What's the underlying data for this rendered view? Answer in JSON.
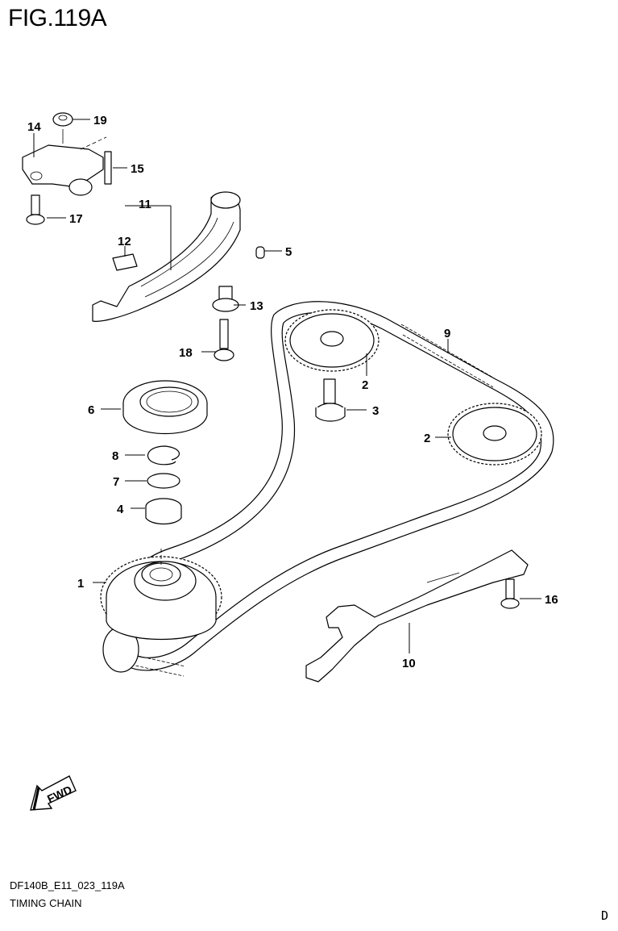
{
  "figure": {
    "title": "FIG.119A",
    "code": "DF140B_E11_023_119A",
    "caption": "TIMING CHAIN",
    "page_letter": "D"
  },
  "fwd_marker": {
    "text": "FWD"
  },
  "callouts": [
    {
      "id": "c1",
      "number": "1"
    },
    {
      "id": "c2a",
      "number": "2"
    },
    {
      "id": "c2b",
      "number": "2"
    },
    {
      "id": "c3",
      "number": "3"
    },
    {
      "id": "c4",
      "number": "4"
    },
    {
      "id": "c5",
      "number": "5"
    },
    {
      "id": "c6",
      "number": "6"
    },
    {
      "id": "c7",
      "number": "7"
    },
    {
      "id": "c8",
      "number": "8"
    },
    {
      "id": "c9",
      "number": "9"
    },
    {
      "id": "c10",
      "number": "10"
    },
    {
      "id": "c11",
      "number": "11"
    },
    {
      "id": "c12",
      "number": "12"
    },
    {
      "id": "c13",
      "number": "13"
    },
    {
      "id": "c14",
      "number": "14"
    },
    {
      "id": "c15",
      "number": "15"
    },
    {
      "id": "c16",
      "number": "16"
    },
    {
      "id": "c17",
      "number": "17"
    },
    {
      "id": "c18",
      "number": "18"
    },
    {
      "id": "c19",
      "number": "19"
    }
  ]
}
